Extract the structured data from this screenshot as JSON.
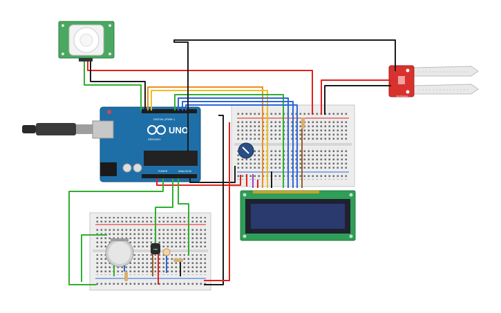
{
  "arduino": {
    "brand": "UNO",
    "brand_sub": "ARDUINO",
    "digital_label": "DIGITAL (PWM~)",
    "power_label": "POWER",
    "analog_label": "ANALOG IN"
  },
  "soil_sensor": {
    "label": "Soil Moisture"
  },
  "temp_sensor": {
    "label": "TMP"
  },
  "colors": {
    "wire_red": "#e0201c",
    "wire_black": "#1a1a1a",
    "wire_green": "#2fae2f",
    "wire_blue": "#2c66d8",
    "wire_yellow": "#e8c21a",
    "wire_orange": "#f08c1e",
    "wire_purple": "#9b3fc9",
    "wire_brown": "#9a5a2a",
    "board_blue": "#1e6fa8",
    "pir_green": "#4aa861",
    "lcd_green": "#2f9e57",
    "soil_red": "#d8322e",
    "breadboard": "#ececec"
  }
}
